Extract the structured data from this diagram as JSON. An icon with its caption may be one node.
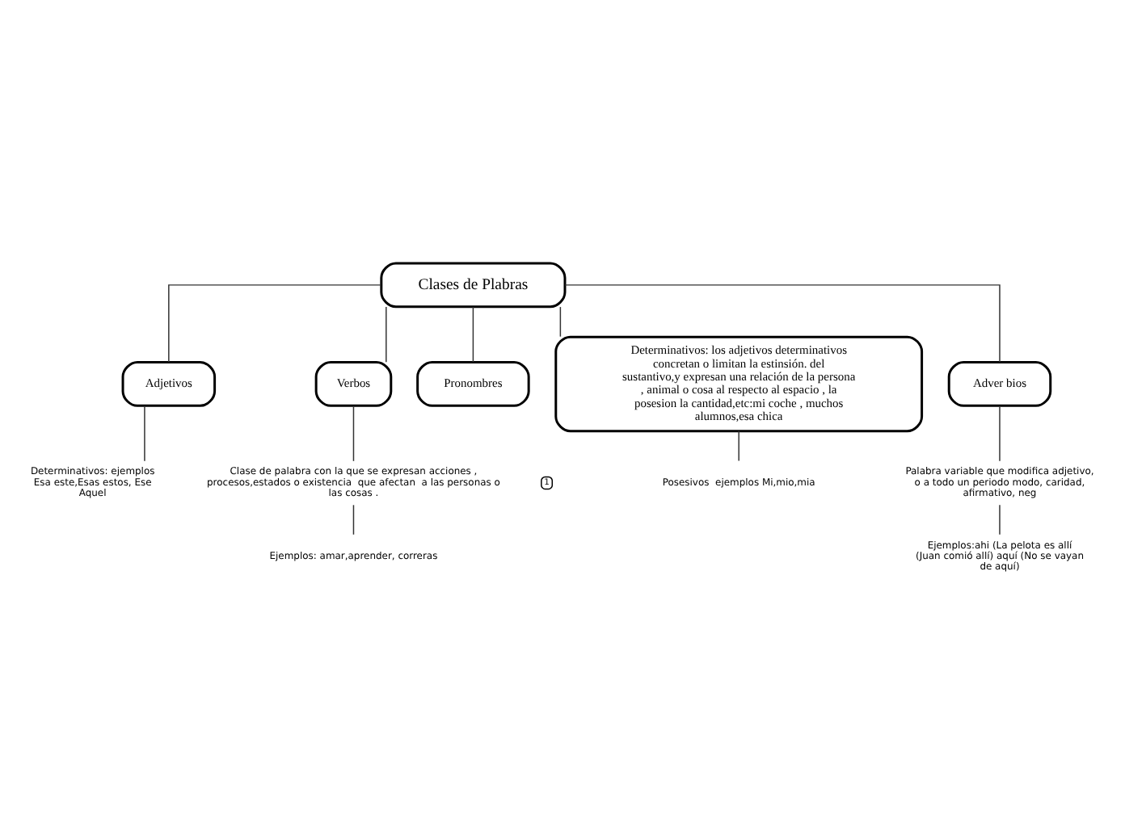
{
  "diagram": {
    "nodes": [
      {
        "text": [
          "Clases de Plabras"
        ]
      },
      {
        "text": [
          "Adjetivos"
        ]
      },
      {
        "text": [
          "Determinativos: ejemplos Esa este,Esas estos, Ese Aquel"
        ]
      },
      {
        "text": [
          "Verbos"
        ]
      },
      {
        "text": [
          "Clase de palabra con la que se expresan acciones , procesos,estados o existencia  que afectan  a las personas o las cosas ."
        ]
      },
      {
        "text": [
          "Ejemplos: amar,aprender, correras"
        ]
      },
      {
        "text": [
          "Pronombres"
        ]
      },
      {
        "text": [
          "Determinativos: los adjetivos determinativos concretan o limitan la estinsión. del sustantivo,y expresan una relación de la persona , animal o cosa al respecto al espacio , la posesion la cantidad,etc:mi coche , muchos alumnos,esa chica"
        ]
      },
      {
        "text": [
          "Posesivos  ejemplos Mi,mio,mia"
        ]
      },
      {
        "text": [
          "Adver bios"
        ]
      },
      {
        "text": [
          "Palabra variable que modifica adjetivo, o a todo un periodo modo, caridad, afirmativo, neg"
        ]
      },
      {
        "text": [
          "Ejemplos:ahi (La pelota es allí (Juan comió allí) aquí (No se vayan de aquí)"
        ]
      }
    ],
    "edges": [
      {
        "from": 0,
        "to": 1,
        "arrow": "none"
      },
      {
        "from": 0,
        "to": 3,
        "arrow": "none"
      },
      {
        "from": 0,
        "to": 6,
        "arrow": "none"
      },
      {
        "from": 0,
        "to": 7,
        "arrow": "none"
      },
      {
        "from": 0,
        "to": 9,
        "arrow": "none"
      },
      {
        "from": 1,
        "to": 2,
        "arrow": "none"
      },
      {
        "from": 3,
        "to": 4,
        "arrow": "none"
      },
      {
        "from": 4,
        "to": 5,
        "arrow": "none"
      },
      {
        "from": 7,
        "to": 8,
        "arrow": "none"
      },
      {
        "from": 9,
        "to": 10,
        "arrow": "none"
      },
      {
        "from": 10,
        "to": 11,
        "arrow": "none"
      }
    ],
    "labels": [
      "1"
    ]
  }
}
